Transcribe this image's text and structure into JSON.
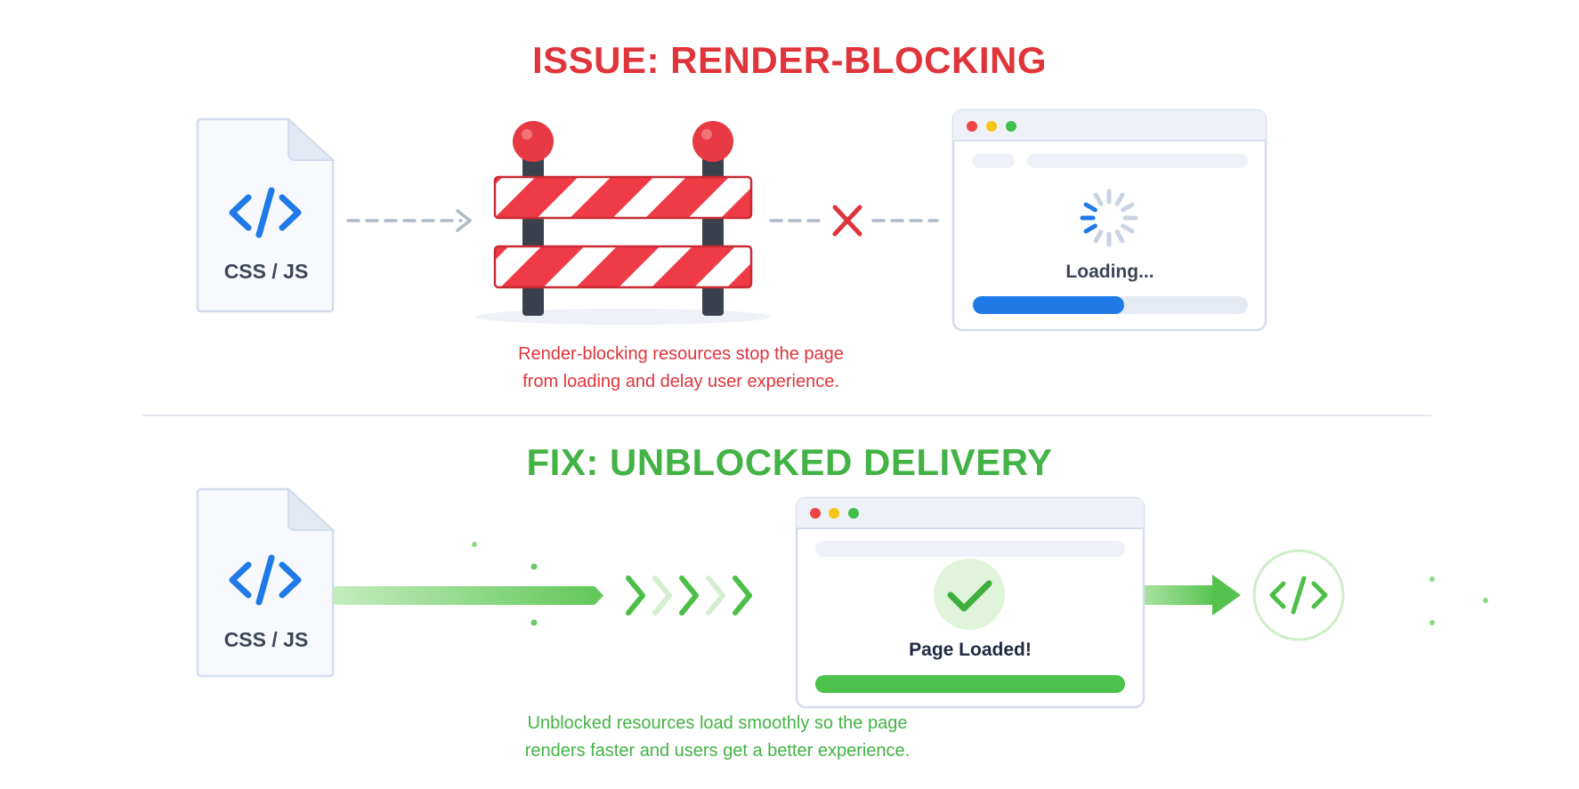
{
  "issue": {
    "title": "ISSUE: RENDER-BLOCKING",
    "file_label": "CSS / JS",
    "browser_status": "Loading...",
    "loading_progress": 0.55,
    "caption_line1": "Render-blocking resources stop the page",
    "caption_line2": "from loading and delay user experience."
  },
  "fix": {
    "title": "FIX: UNBLOCKED DELIVERY",
    "file_label": "CSS / JS",
    "browser_status": "Page Loaded!",
    "loading_progress": 1.0,
    "caption_line1": "Unblocked resources load smoothly so the page",
    "caption_line2": "renders faster and users get a better experience."
  },
  "colors": {
    "issue_red": "#e0343b",
    "fix_green": "#43b346",
    "code_blue": "#1f7ae8",
    "progress_blue": "#1f7ae8",
    "progress_green": "#4cc24a",
    "window_red": "#ef4444",
    "window_yellow": "#f5c518",
    "window_green": "#3fbf4a"
  },
  "icons": {
    "file": "code-file-icon",
    "barrier": "road-barrier-icon",
    "blocked": "x-cross-icon",
    "spinner": "loading-spinner-icon",
    "checkmark": "checkmark-icon",
    "code_badge": "code-badge-icon"
  }
}
